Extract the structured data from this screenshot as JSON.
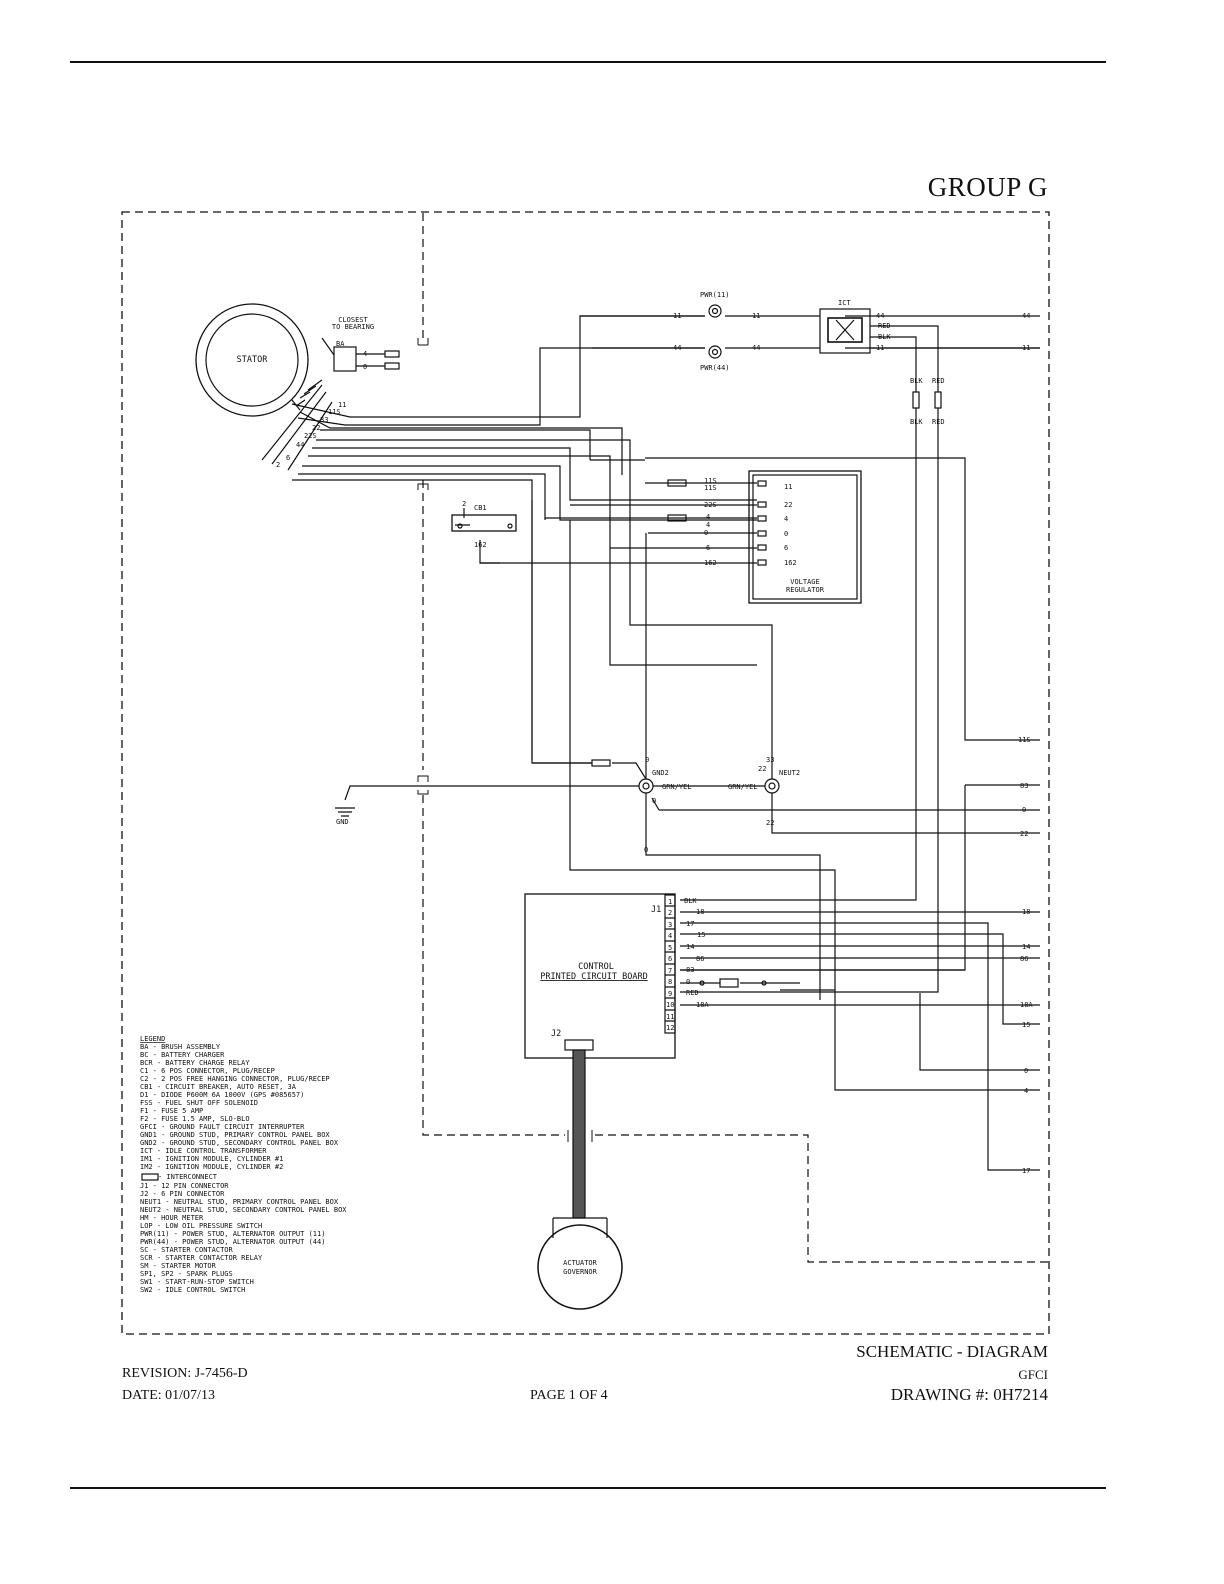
{
  "header": {
    "group_title": "GROUP G"
  },
  "footer": {
    "revision": "REVISION: J-7456-D",
    "date": "DATE: 01/07/13",
    "page": "PAGE 1 OF 4",
    "diagram_title": "SCHEMATIC - DIAGRAM",
    "diagram_subtitle": "GFCI",
    "drawing_number": "DRAWING #: 0H7214"
  },
  "components": {
    "stator": "STATOR",
    "closest_line1": "CLOSEST",
    "closest_line2": "TO BEARING",
    "ba": "BA",
    "cb1": "CB1",
    "pwr11": "PWR(11)",
    "pwr44": "PWR(44)",
    "ict": "ICT",
    "voltage_regulator_line1": "VOLTAGE",
    "voltage_regulator_line2": "REGULATOR",
    "gnd2": "GND2",
    "neut2": "NEUT2",
    "gnd": "GND",
    "control_line1": "CONTROL",
    "control_line2": "PRINTED CIRCUIT BOARD",
    "j1": "J1",
    "j2": "J2",
    "actuator_line1": "ACTUATOR",
    "actuator_line2": "GOVERNOR"
  },
  "wires": {
    "w11": "11",
    "w44": "44",
    "w11s": "11S",
    "w22s": "22S",
    "w22": "22",
    "w33": "33",
    "w0": "0",
    "w4": "4",
    "w6": "6",
    "w2": "2",
    "w162": "162",
    "red": "RED",
    "blk": "BLK",
    "grn_yel": "GRN/YEL",
    "w18": "18",
    "w17": "17",
    "w15": "15",
    "w14": "14",
    "w86": "86",
    "w83": "83",
    "w18a": "18A"
  },
  "vr_terminals": [
    "11",
    "22",
    "4",
    "0",
    "6",
    "162"
  ],
  "j1_pins": [
    "1",
    "2",
    "3",
    "4",
    "5",
    "6",
    "7",
    "8",
    "9",
    "10",
    "11",
    "12"
  ],
  "legend": {
    "title": "LEGEND",
    "items": [
      "BA - BRUSH ASSEMBLY",
      "BC - BATTERY CHARGER",
      "BCR - BATTERY CHARGE RELAY",
      "C1 - 6 POS CONNECTOR, PLUG/RECEP",
      "C2 - 2 POS FREE HANGING CONNECTOR, PLUG/RECEP",
      "CB1 - CIRCUIT BREAKER, AUTO RESET, 3A",
      "D1 - DIODE P600M 6A 1000V (GPS #085657)",
      "FSS - FUEL SHUT OFF SOLENOID",
      "F1 - FUSE 5 AMP",
      "F2 - FUSE 1.5 AMP, SLO-BLO",
      "GFCI - GROUND FAULT CIRCUIT INTERRUPTER",
      "GND1 - GROUND STUD, PRIMARY CONTROL PANEL BOX",
      "GND2 - GROUND STUD, SECONDARY CONTROL PANEL BOX",
      "ICT - IDLE CONTROL TRANSFORMER",
      "IM1 - IGNITION MODULE, CYLINDER #1",
      "IM2 - IGNITION MODULE, CYLINDER #2",
      " - INTERCONNECT",
      "J1 - 12 PIN CONNECTOR",
      "J2 - 6 PIN CONNECTOR",
      "NEUT1 - NEUTRAL STUD, PRIMARY CONTROL PANEL BOX",
      "NEUT2 - NEUTRAL STUD, SECONDARY CONTROL PANEL BOX",
      "HM - HOUR METER",
      "LOP - LOW OIL PRESSURE SWITCH",
      "PWR(11) - POWER STUD, ALTERNATOR OUTPUT (11)",
      "PWR(44) - POWER STUD, ALTERNATOR OUTPUT (44)",
      "SC - STARTER CONTACTOR",
      "SCR - STARTER CONTACTOR RELAY",
      "SM - STARTER MOTOR",
      "SP1, SP2 - SPARK PLUGS",
      "SW1 - START-RUN-STOP SWITCH",
      "SW2 - IDLE CONTROL SWITCH"
    ]
  }
}
